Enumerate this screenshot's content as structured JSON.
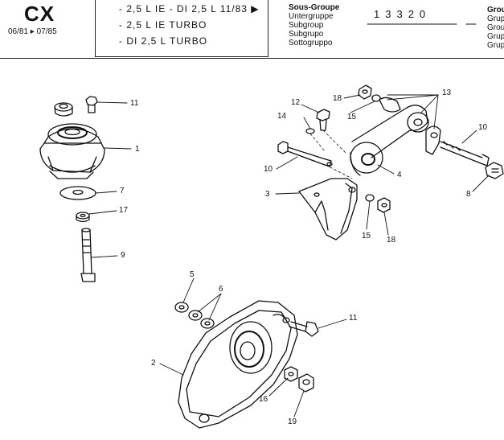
{
  "header": {
    "model": "CX",
    "dates": "06/81 ▸ 07/85",
    "engines": [
      "- 2,5 L IE - DI 2,5 L 11/83 ▶",
      "- 2,5 L IE TURBO",
      "- DI 2,5 L TURBO"
    ],
    "subgroup_titles": [
      "Sous-Groupe",
      "Untergruppe",
      "Subgroup",
      "Subgrupo",
      "Sottogruppo"
    ],
    "subgroup_number": "13320",
    "group_titles": [
      "Grou",
      "Grup",
      "Grou",
      "Grup",
      "Grup"
    ]
  },
  "callouts": {
    "c11a": "11",
    "c1": "1",
    "c7": "7",
    "c17": "17",
    "c9": "9",
    "c12": "12",
    "c18a": "18",
    "c13": "13",
    "c14": "14",
    "c15a": "15",
    "c10a": "10",
    "c10b": "10",
    "c4": "4",
    "c3": "3",
    "c15b": "15",
    "c18b": "18",
    "c8": "8",
    "c5": "5",
    "c6": "6",
    "c11b": "11",
    "c2": "2",
    "c16": "16",
    "c19": "19"
  }
}
